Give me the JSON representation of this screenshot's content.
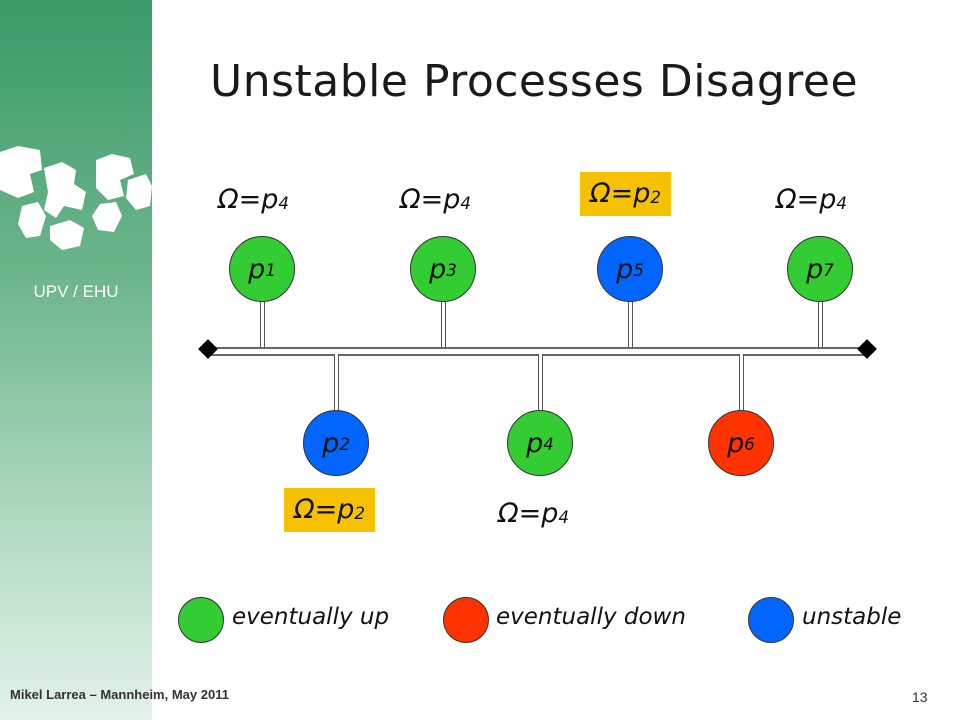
{
  "slide": {
    "title": "Unstable Processes Disagree",
    "org_label": "UPV / EHU",
    "footer": "Mikel Larrea – Mannheim, May 2011",
    "page_number": "13"
  },
  "colors": {
    "eventually_up": "#33cc33",
    "eventually_down": "#ff3300",
    "unstable": "#0066ff",
    "highlight": "#f6c200"
  },
  "nodes": [
    {
      "id": "p1",
      "base": "p",
      "sub": "1",
      "state": "eventually_up",
      "row": "top",
      "omega": {
        "base": "Ω=p",
        "sub": "4",
        "highlight": false
      }
    },
    {
      "id": "p3",
      "base": "p",
      "sub": "3",
      "state": "eventually_up",
      "row": "top",
      "omega": {
        "base": "Ω=p",
        "sub": "4",
        "highlight": false
      }
    },
    {
      "id": "p5",
      "base": "p",
      "sub": "5",
      "state": "unstable",
      "row": "top",
      "omega": {
        "base": "Ω=p",
        "sub": "2",
        "highlight": true
      }
    },
    {
      "id": "p7",
      "base": "p",
      "sub": "7",
      "state": "eventually_up",
      "row": "top",
      "omega": {
        "base": "Ω=p",
        "sub": "4",
        "highlight": false
      }
    },
    {
      "id": "p2",
      "base": "p",
      "sub": "2",
      "state": "unstable",
      "row": "bottom",
      "omega": {
        "base": "Ω=p",
        "sub": "2",
        "highlight": true
      }
    },
    {
      "id": "p4",
      "base": "p",
      "sub": "4",
      "state": "eventually_up",
      "row": "bottom",
      "omega": {
        "base": "Ω=p",
        "sub": "4",
        "highlight": false
      }
    },
    {
      "id": "p6",
      "base": "p",
      "sub": "6",
      "state": "eventually_down",
      "row": "bottom",
      "omega": null
    }
  ],
  "legend": [
    {
      "state": "eventually_up",
      "label": "eventually up"
    },
    {
      "state": "eventually_down",
      "label": "eventually down"
    },
    {
      "state": "unstable",
      "label": "unstable"
    }
  ]
}
